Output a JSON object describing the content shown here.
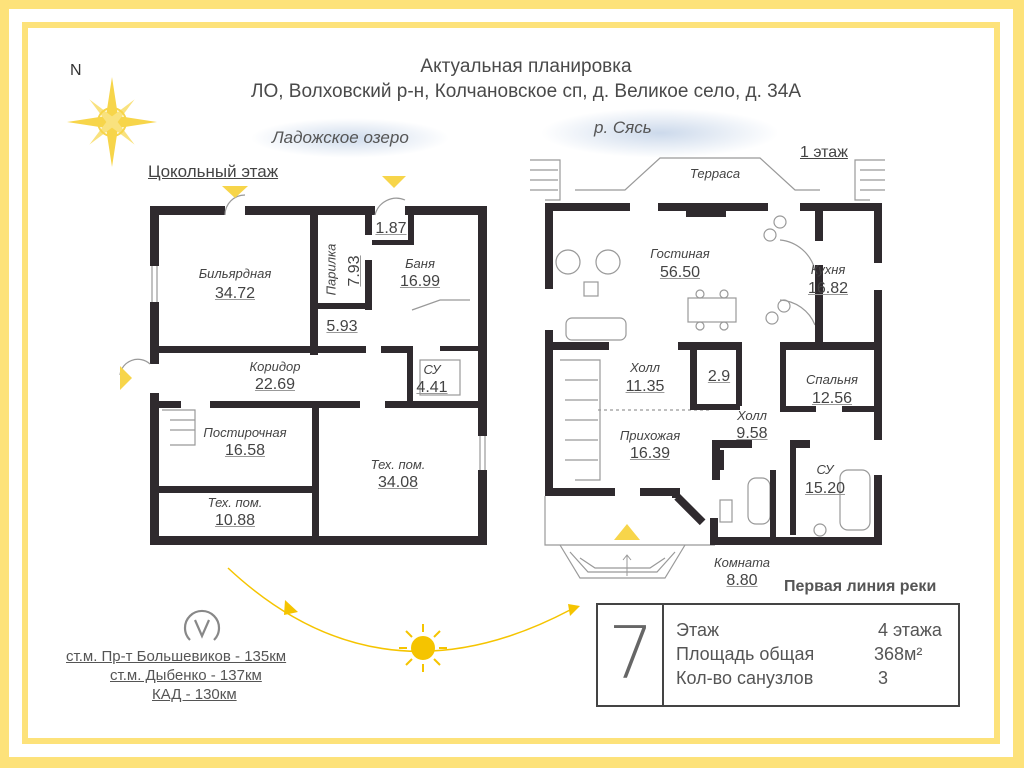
{
  "header": {
    "line1": "Актуальная планировка",
    "line2": "ЛО, Волховский р-н, Колчановское сп, д. Великое село, д. 34А"
  },
  "compass": {
    "label": "N"
  },
  "water": {
    "lake": "Ладожское озеро",
    "river": "р. Сясь"
  },
  "floors": {
    "basement_label": "Цокольный этаж",
    "first_label": "1 этаж"
  },
  "basement_rooms": [
    {
      "name": "Бильярдная",
      "area": "34.72"
    },
    {
      "name": "Парилка",
      "area": "7.93"
    },
    {
      "name": "",
      "area": "1.87"
    },
    {
      "name": "Баня",
      "area": "16.99"
    },
    {
      "name": "",
      "area": "5.93"
    },
    {
      "name": "Коридор",
      "area": "22.69"
    },
    {
      "name": "СУ",
      "area": "4.41"
    },
    {
      "name": "Постирочная",
      "area": "16.58"
    },
    {
      "name": "Тех. пом.",
      "area": "34.08"
    },
    {
      "name": "Тех. пом.",
      "area": "10.88"
    }
  ],
  "first_rooms": [
    {
      "name": "Терраса",
      "area": ""
    },
    {
      "name": "Гостиная",
      "area": "56.50"
    },
    {
      "name": "Кухня",
      "area": "16.82"
    },
    {
      "name": "Холл",
      "area": "11.35"
    },
    {
      "name": "",
      "area": "2.9"
    },
    {
      "name": "Спальня",
      "area": "12.56"
    },
    {
      "name": "Холл",
      "area": "9.58"
    },
    {
      "name": "Прихожая",
      "area": "16.39"
    },
    {
      "name": "СУ",
      "area": "15.20"
    },
    {
      "name": "Комната",
      "area": "8.80"
    }
  ],
  "river_line": "Первая линия реки",
  "info": {
    "number": "7",
    "rows": [
      {
        "label": "Этаж",
        "value": "4 этажа"
      },
      {
        "label": "Площадь общая",
        "value": "368м²"
      },
      {
        "label": "Кол-во санузлов",
        "value": "3"
      }
    ]
  },
  "metro": [
    "ст.м. Пр-т Большевиков - 135км",
    "ст.м. Дыбенко - 137км",
    "КАД - 130км"
  ],
  "colors": {
    "accent": "#f7d54a",
    "sun": "#f5c400",
    "wall": "#2f2a2e",
    "water": "#c9d7ea"
  }
}
